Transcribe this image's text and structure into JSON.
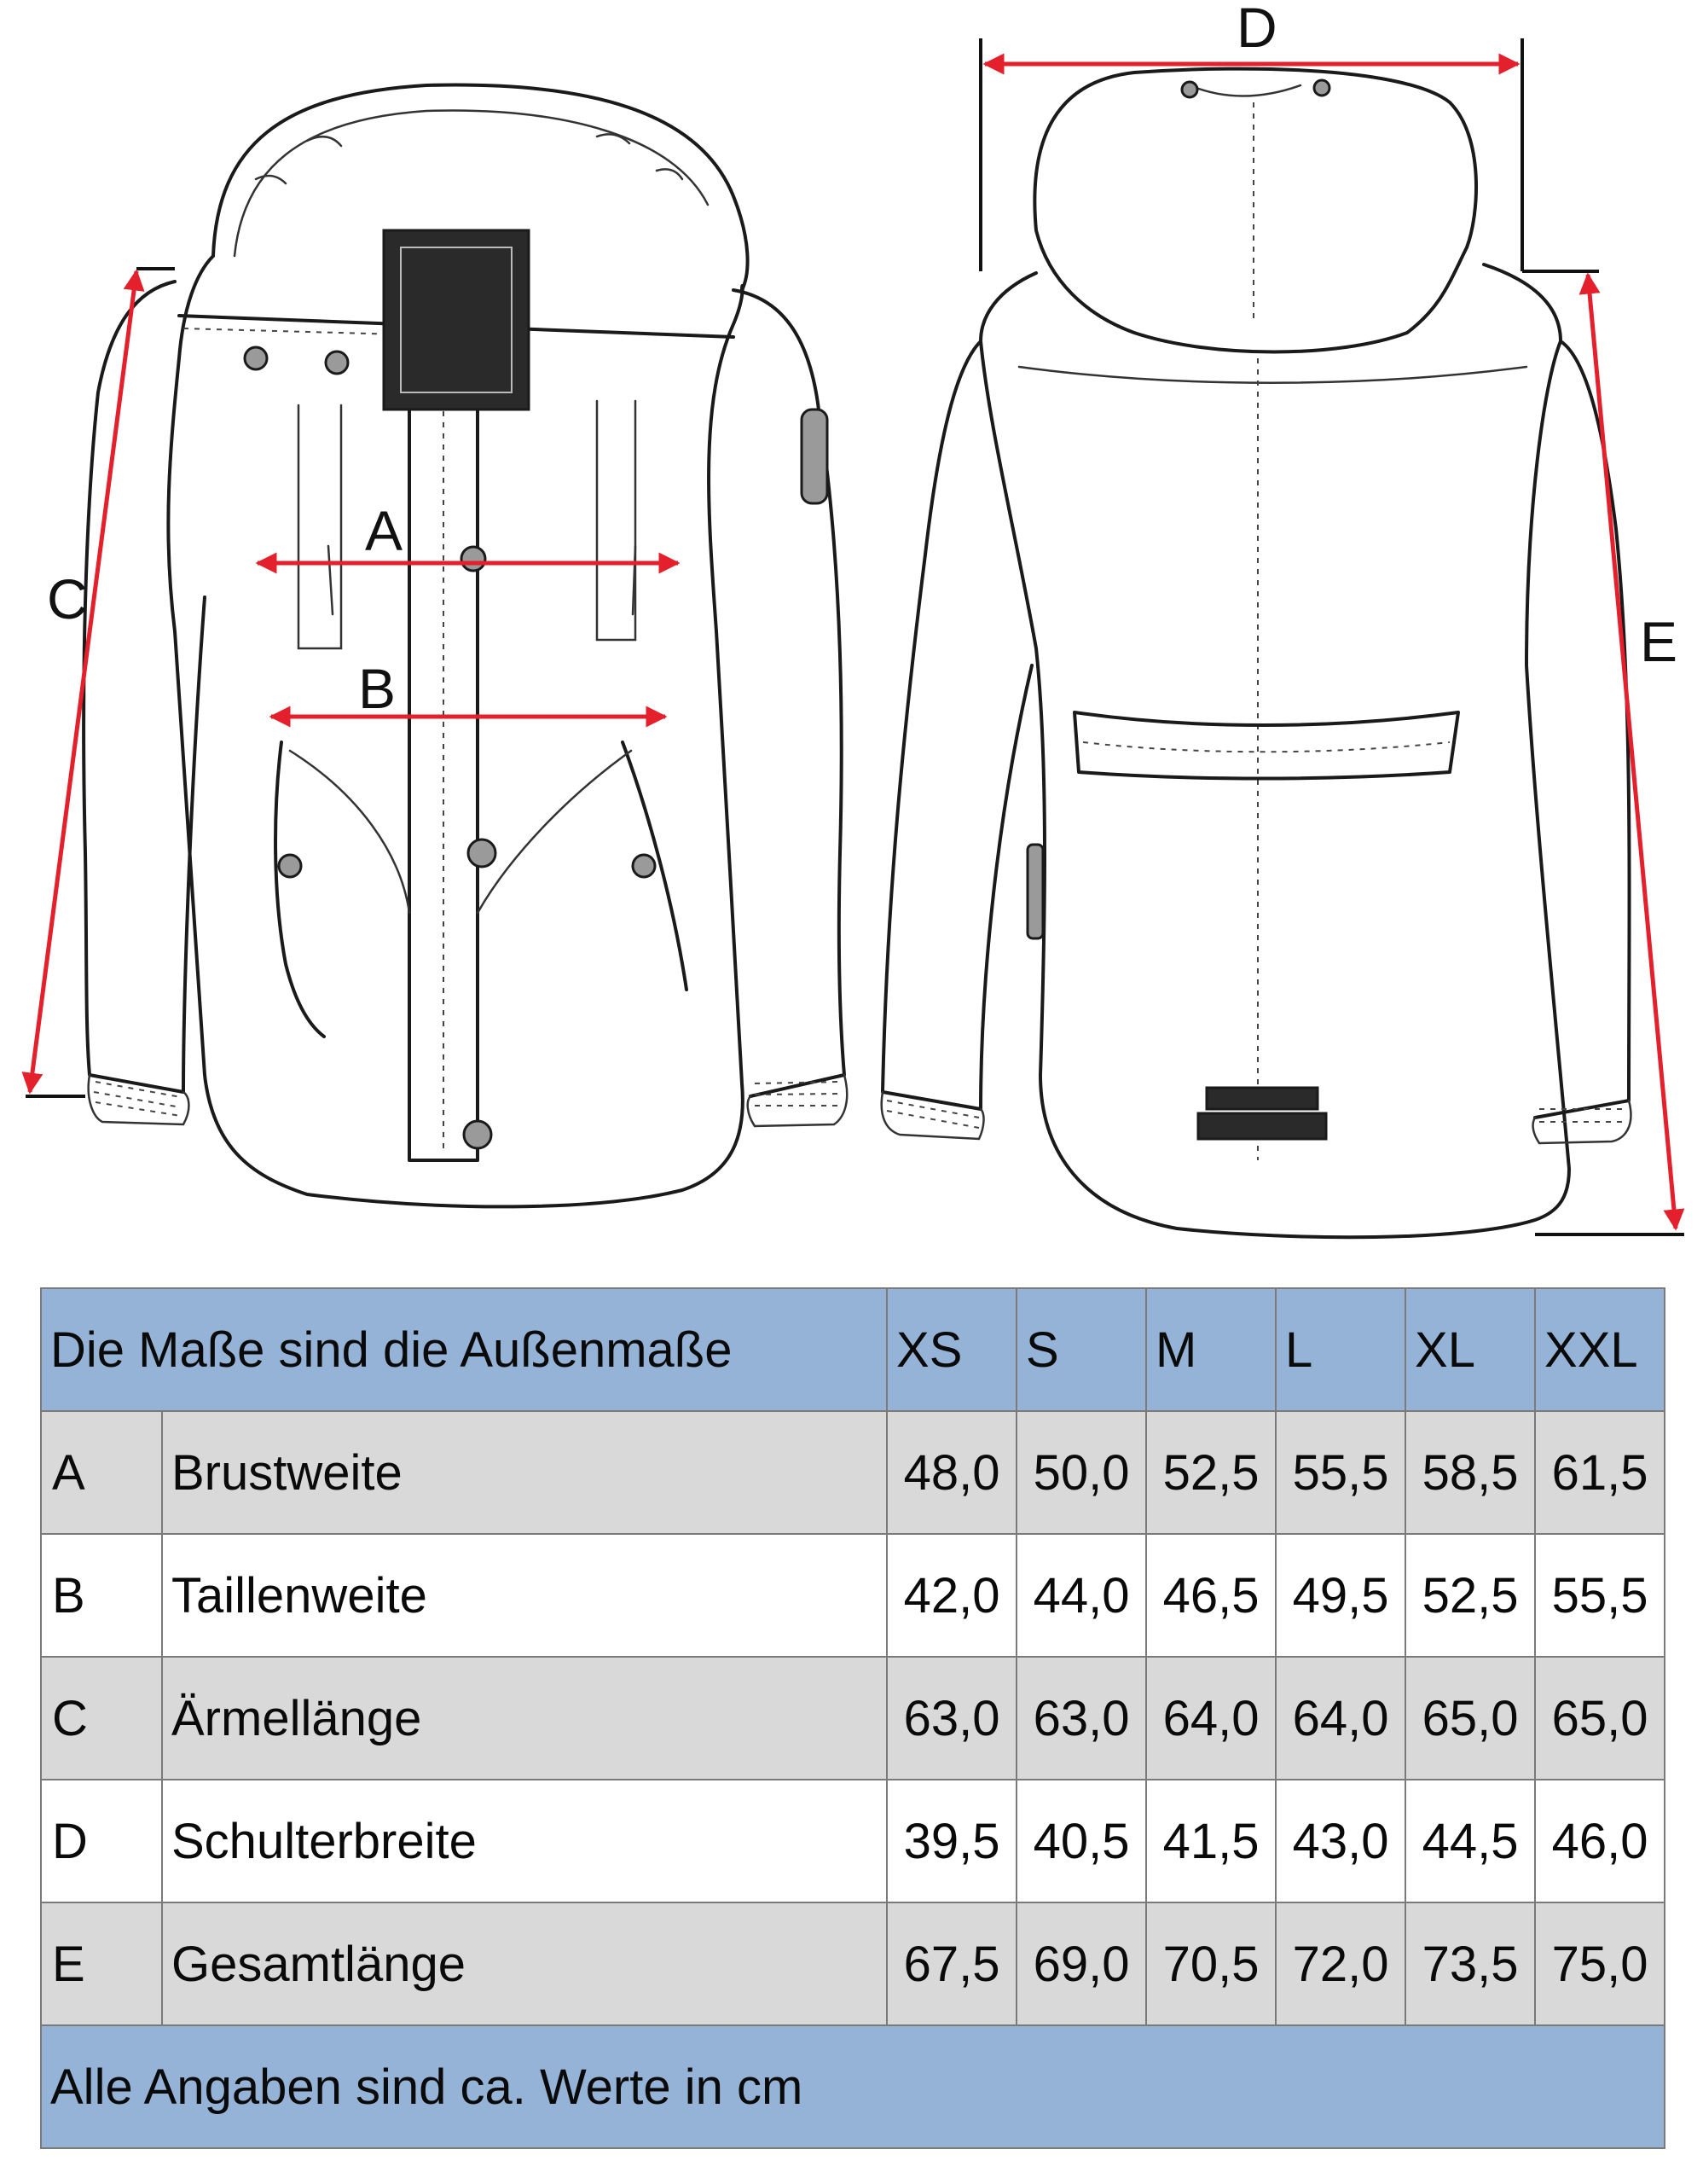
{
  "dimension_labels": [
    "A",
    "B",
    "C",
    "D",
    "E"
  ],
  "colors": {
    "arrow": "#e3202b",
    "header_bg": "#95b3d7",
    "row_gray": "#d9d9d9",
    "row_white": "#ffffff"
  },
  "table": {
    "header_title": "Die Maße sind die Außenmaße",
    "sizes": [
      "XS",
      "S",
      "M",
      "L",
      "XL",
      "XXL"
    ],
    "rows": [
      {
        "code": "A",
        "label": "Brustweite",
        "values": [
          "48,0",
          "50,0",
          "52,5",
          "55,5",
          "58,5",
          "61,5"
        ]
      },
      {
        "code": "B",
        "label": "Taillenweite",
        "values": [
          "42,0",
          "44,0",
          "46,5",
          "49,5",
          "52,5",
          "55,5"
        ]
      },
      {
        "code": "C",
        "label": "Ärmellänge",
        "values": [
          "63,0",
          "63,0",
          "64,0",
          "64,0",
          "65,0",
          "65,0"
        ]
      },
      {
        "code": "D",
        "label": "Schulterbreite",
        "values": [
          "39,5",
          "40,5",
          "41,5",
          "43,0",
          "44,5",
          "46,0"
        ]
      },
      {
        "code": "E",
        "label": "Gesamtlänge",
        "values": [
          "67,5",
          "69,0",
          "70,5",
          "72,0",
          "73,5",
          "75,0"
        ]
      }
    ],
    "footer": "Alle Angaben sind ca. Werte in cm"
  }
}
